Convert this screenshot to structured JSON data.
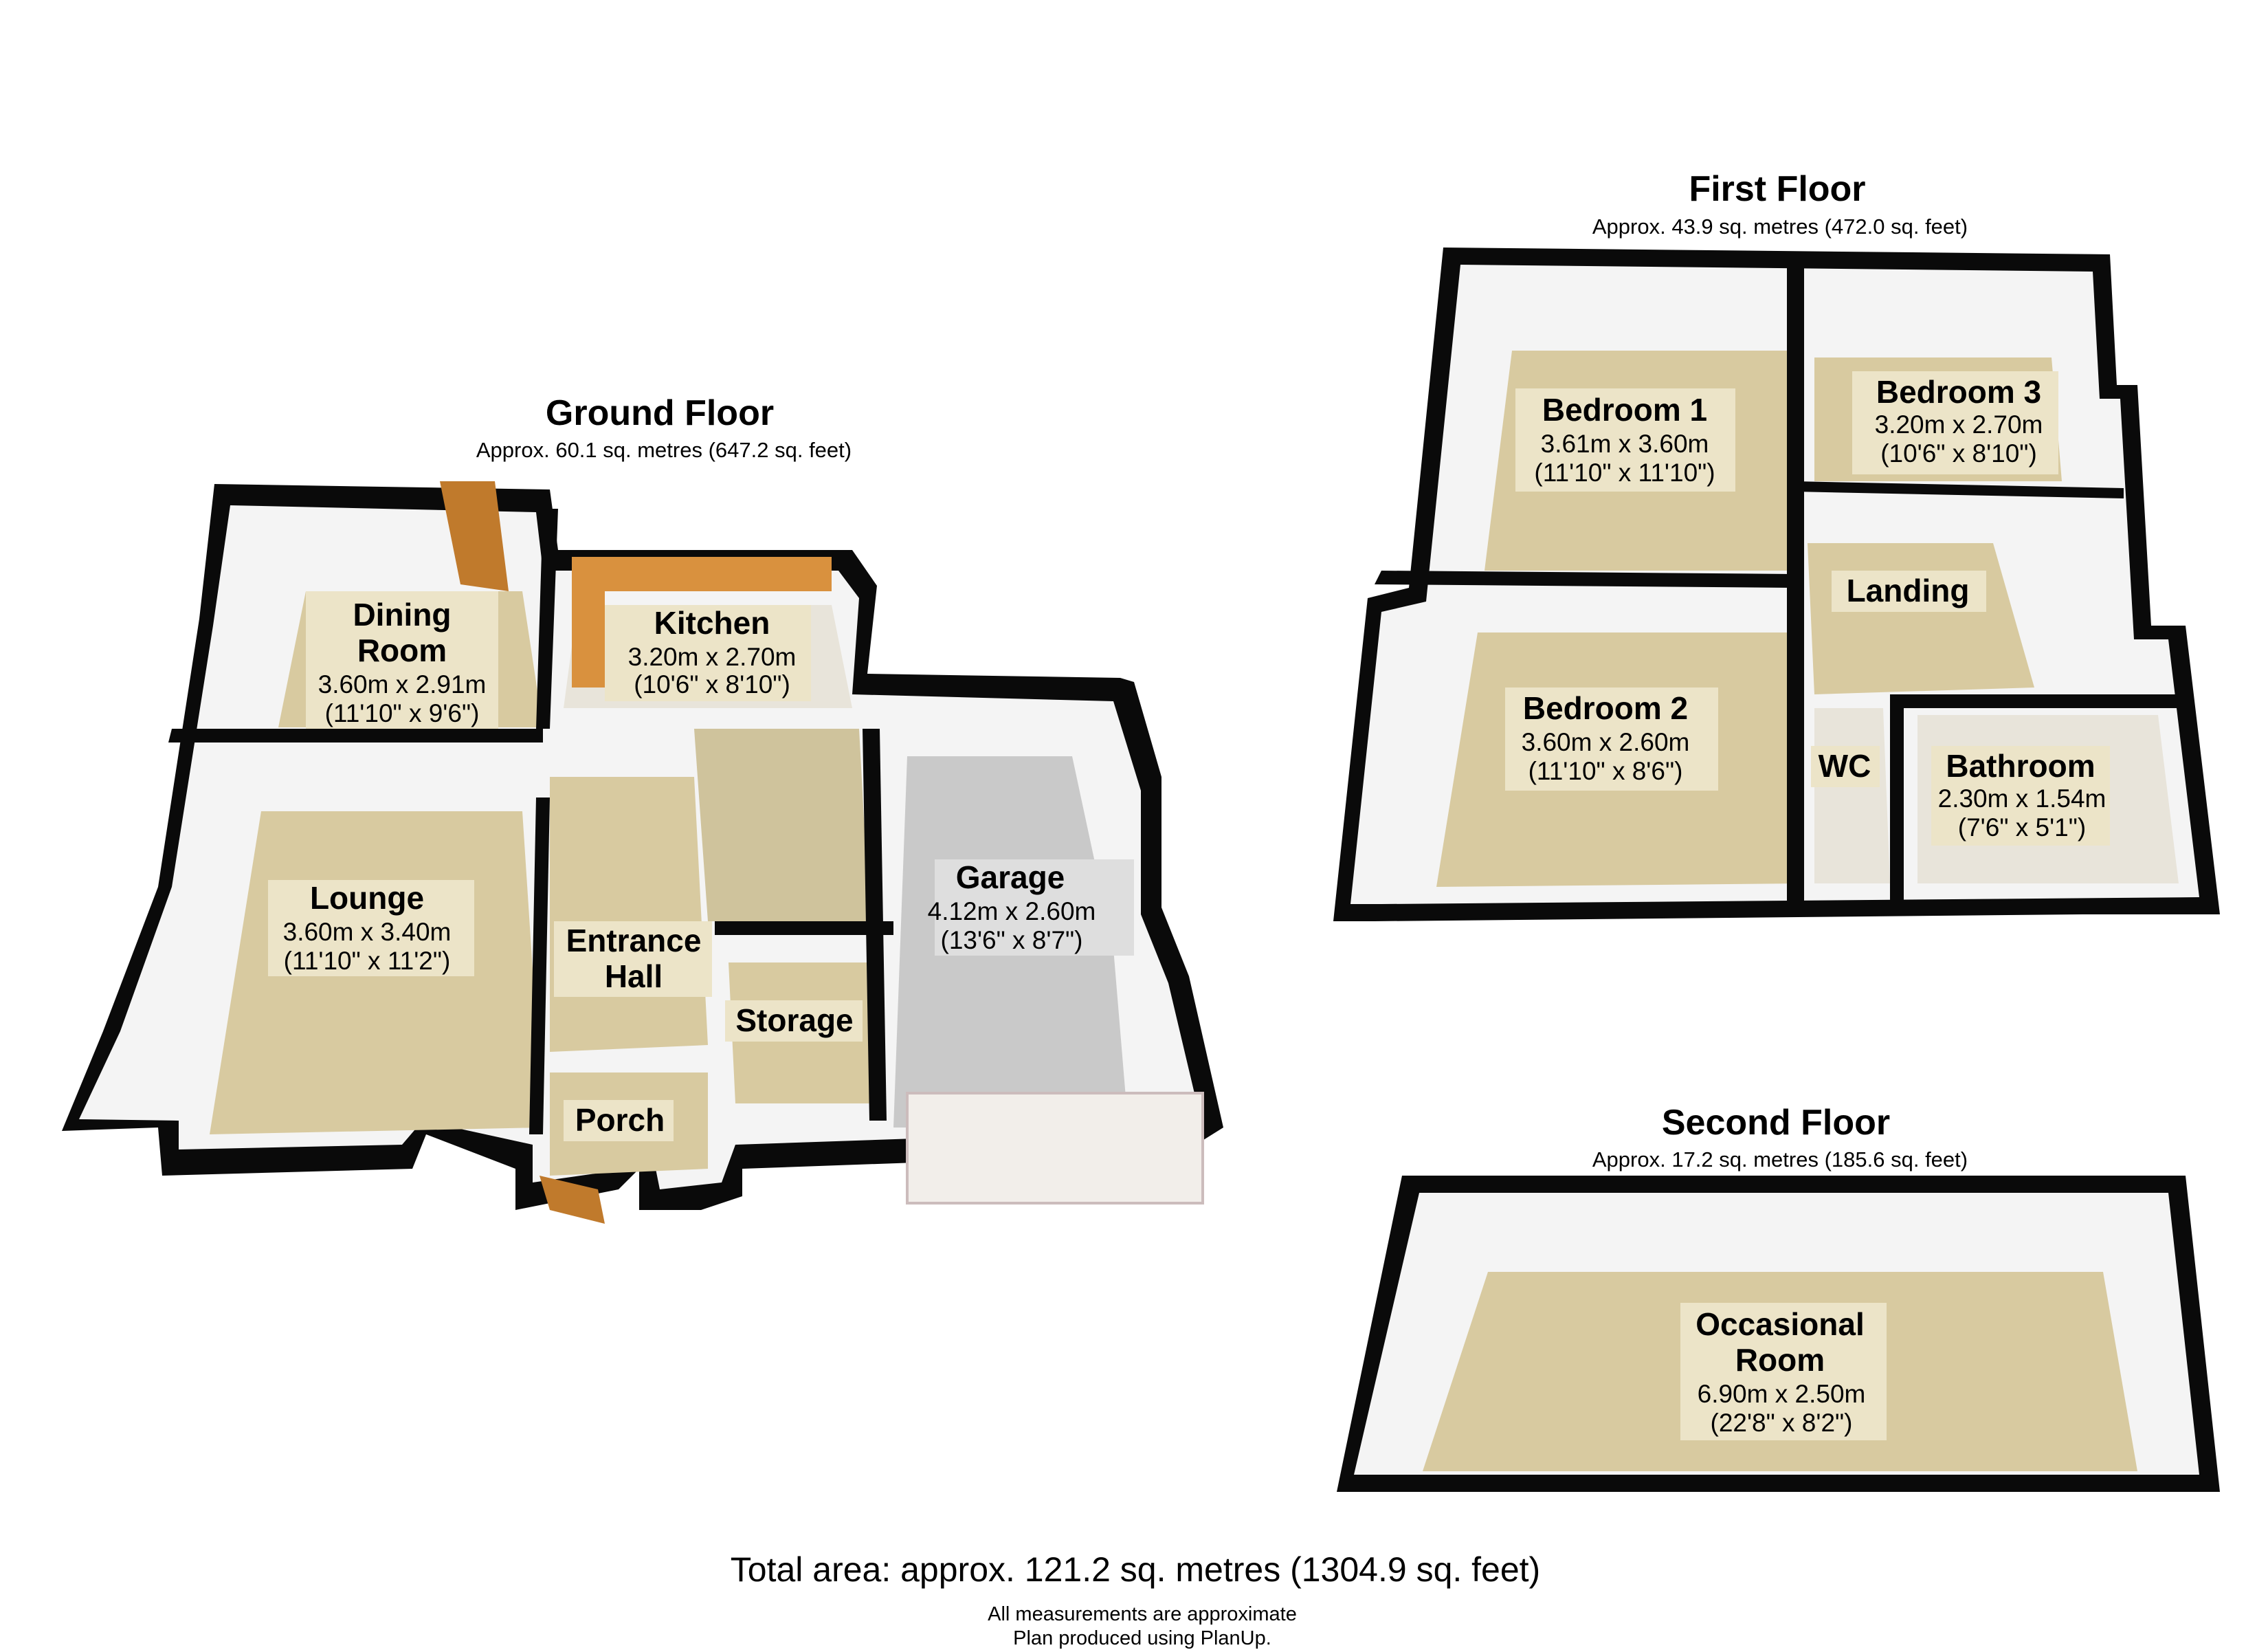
{
  "floors": {
    "ground": {
      "title": "Ground Floor",
      "area": "Approx. 60.1 sq. metres (647.2 sq. feet)",
      "rooms": [
        {
          "name": "Dining",
          "name2": "Room",
          "dim": "3.60m x 2.91m",
          "dim_imp": "(11'10\" x 9'6\")"
        },
        {
          "name": "Kitchen",
          "dim": "3.20m x 2.70m",
          "dim_imp": "(10'6\" x 8'10\")"
        },
        {
          "name": "Lounge",
          "dim": "3.60m x 3.40m",
          "dim_imp": "(11'10\" x 11'2\")"
        },
        {
          "name": "Garage",
          "dim": "4.12m x 2.60m",
          "dim_imp": "(13'6\" x 8'7\")"
        },
        {
          "name": "Entrance",
          "name2": "Hall"
        },
        {
          "name": "Storage"
        },
        {
          "name": "Porch"
        }
      ]
    },
    "first": {
      "title": "First Floor",
      "area": "Approx. 43.9 sq. metres (472.0 sq. feet)",
      "rooms": [
        {
          "name": "Bedroom 1",
          "dim": "3.61m x 3.60m",
          "dim_imp": "(11'10\" x 11'10\")"
        },
        {
          "name": "Bedroom 3",
          "dim": "3.20m x 2.70m",
          "dim_imp": "(10'6\" x 8'10\")"
        },
        {
          "name": "Landing"
        },
        {
          "name": "Bedroom 2",
          "dim": "3.60m x 2.60m",
          "dim_imp": "(11'10\" x 8'6\")"
        },
        {
          "name": "WC"
        },
        {
          "name": "Bathroom",
          "dim": "2.30m x 1.54m",
          "dim_imp": "(7'6\" x 5'1\")"
        }
      ]
    },
    "second": {
      "title": "Second Floor",
      "area": "Approx. 17.2 sq. metres (185.6 sq. feet)",
      "rooms": [
        {
          "name": "Occasional",
          "name2": "Room",
          "dim": "6.90m x 2.50m",
          "dim_imp": "(22'8\" x 8'2\")"
        }
      ]
    }
  },
  "total_area": "Total area: approx. 121.2 sq. metres (1304.9 sq. feet)",
  "notes": [
    "All measurements are approximate",
    "Plan produced using PlanUp."
  ],
  "colors": {
    "floor": "#d8caa0",
    "wall": "#0a0a0a",
    "inner_wall": "#f2f2f2",
    "label_bg": "#ece4c8",
    "garage_floor": "#c9c9c9",
    "door": "#c07a2c",
    "worktop": "#d9913e",
    "glass": "#bfe6ea"
  }
}
